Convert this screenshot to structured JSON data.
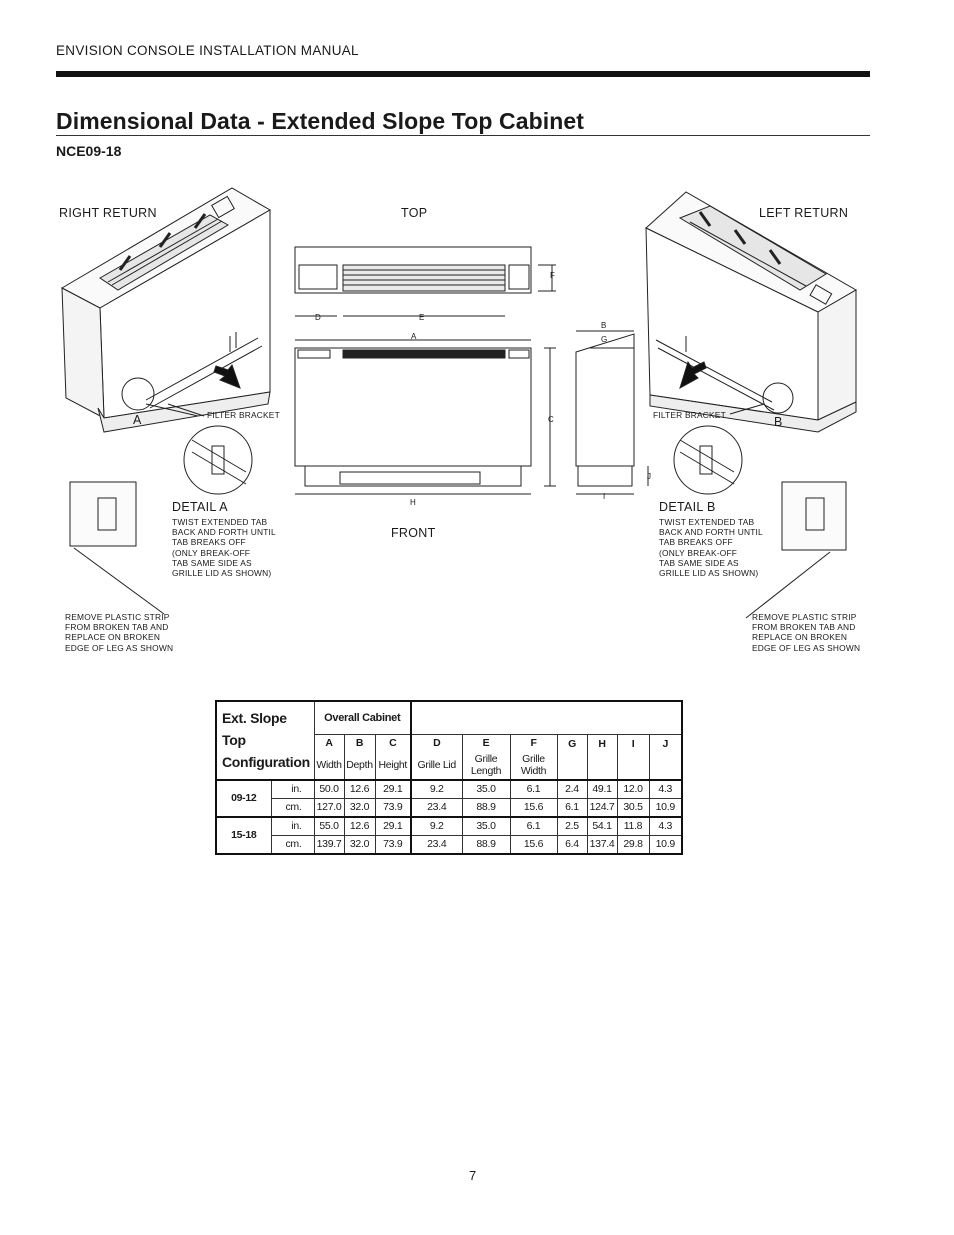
{
  "header": {
    "manual_title": "ENVISION CONSOLE INSTALLATION MANUAL"
  },
  "section": {
    "title": "Dimensional Data - Extended Slope Top Cabinet",
    "model": "NCE09-18"
  },
  "views": {
    "right_return": "RIGHT RETURN",
    "top": "TOP",
    "left_return": "LEFT RETURN",
    "front": "FRONT",
    "filter_bracket": "FILTER BRACKET",
    "marker_a": "A",
    "marker_b": "B",
    "detail_a": "DETAIL A",
    "detail_b": "DETAIL B",
    "twist_note": [
      "TWIST EXTENDED TAB",
      "BACK AND FORTH UNTIL",
      "TAB BREAKS OFF",
      "(ONLY BREAK-OFF",
      "TAB SAME SIDE AS",
      "GRILLE LID AS SHOWN)"
    ],
    "remove_note": [
      "REMOVE PLASTIC STRIP",
      "FROM BROKEN TAB AND",
      "REPLACE ON BROKEN",
      "EDGE OF LEG AS SHOWN"
    ],
    "dim_letters": {
      "A": "A",
      "B": "B",
      "C": "C",
      "D": "D",
      "E": "E",
      "F": "F",
      "G": "G",
      "H": "H",
      "I": "I",
      "J": "J"
    }
  },
  "table": {
    "config_header": [
      "Ext. Slope Top",
      "Configuration"
    ],
    "overall_cabinet": "Overall Cabinet",
    "columns": [
      {
        "letter": "A",
        "desc": "Width"
      },
      {
        "letter": "B",
        "desc": "Depth"
      },
      {
        "letter": "C",
        "desc": "Height"
      },
      {
        "letter": "D",
        "desc": "Grille Lid"
      },
      {
        "letter": "E",
        "desc": "Grille Length"
      },
      {
        "letter": "F",
        "desc": "Grille Width"
      },
      {
        "letter": "G",
        "desc": ""
      },
      {
        "letter": "H",
        "desc": ""
      },
      {
        "letter": "I",
        "desc": ""
      },
      {
        "letter": "J",
        "desc": ""
      }
    ],
    "rows": [
      {
        "model": "09-12",
        "unit": "in.",
        "values": [
          "50.0",
          "12.6",
          "29.1",
          "9.2",
          "35.0",
          "6.1",
          "2.4",
          "49.1",
          "12.0",
          "4.3"
        ]
      },
      {
        "model": "09-12",
        "unit": "cm.",
        "values": [
          "127.0",
          "32.0",
          "73.9",
          "23.4",
          "88.9",
          "15.6",
          "6.1",
          "124.7",
          "30.5",
          "10.9"
        ]
      },
      {
        "model": "15-18",
        "unit": "in.",
        "values": [
          "55.0",
          "12.6",
          "29.1",
          "9.2",
          "35.0",
          "6.1",
          "2.5",
          "54.1",
          "11.8",
          "4.3"
        ]
      },
      {
        "model": "15-18",
        "unit": "cm.",
        "values": [
          "139.7",
          "32.0",
          "73.9",
          "23.4",
          "88.9",
          "15.6",
          "6.4",
          "137.4",
          "29.8",
          "10.9"
        ]
      }
    ]
  },
  "footer": {
    "page_number": "7"
  }
}
